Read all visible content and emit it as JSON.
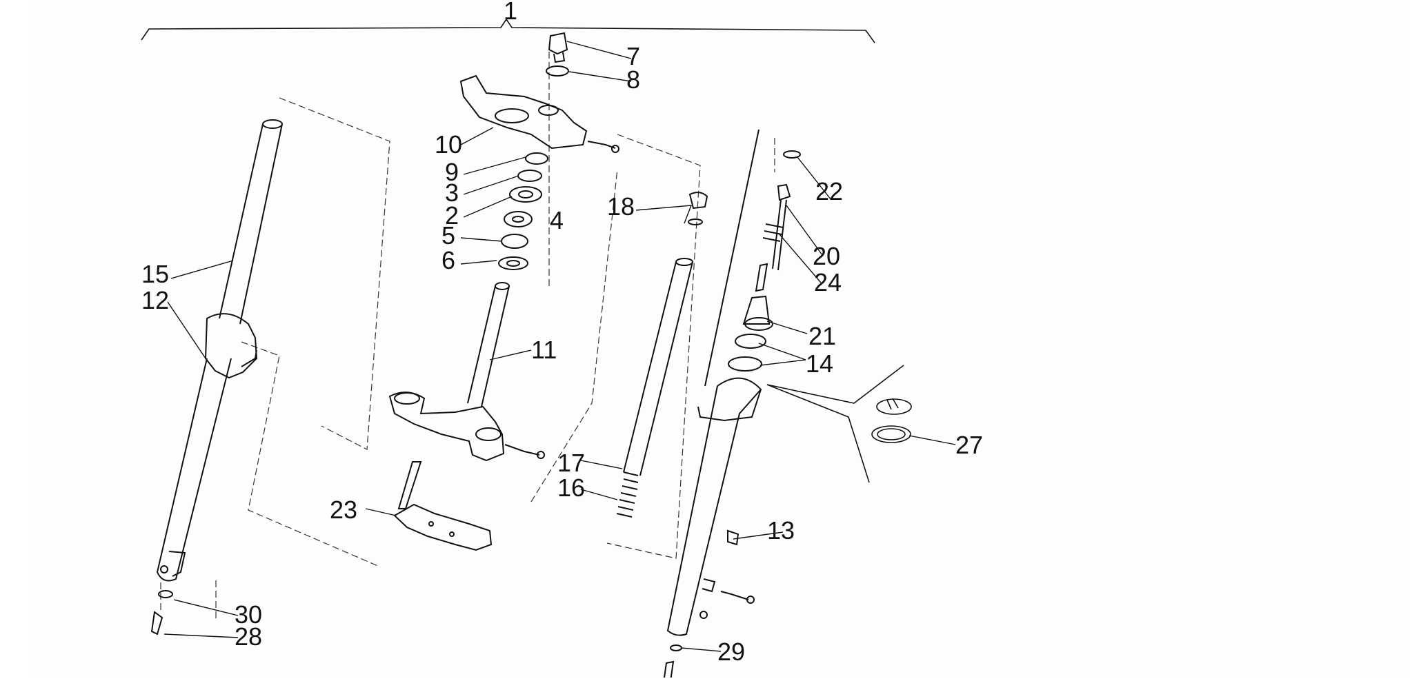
{
  "diagram": {
    "callouts": {
      "c1": "1",
      "c2": "2",
      "c3": "3",
      "c4": "4",
      "c5": "5",
      "c6": "6",
      "c7": "7",
      "c8": "8",
      "c9": "9",
      "c10": "10",
      "c11": "11",
      "c12": "12",
      "c13": "13",
      "c14": "14",
      "c15": "15",
      "c16": "16",
      "c17": "17",
      "c18": "18",
      "c20": "20",
      "c21": "21",
      "c22": "22",
      "c23": "23",
      "c24": "24",
      "c27": "27",
      "c28": "28",
      "c29": "29",
      "c30": "30"
    }
  }
}
